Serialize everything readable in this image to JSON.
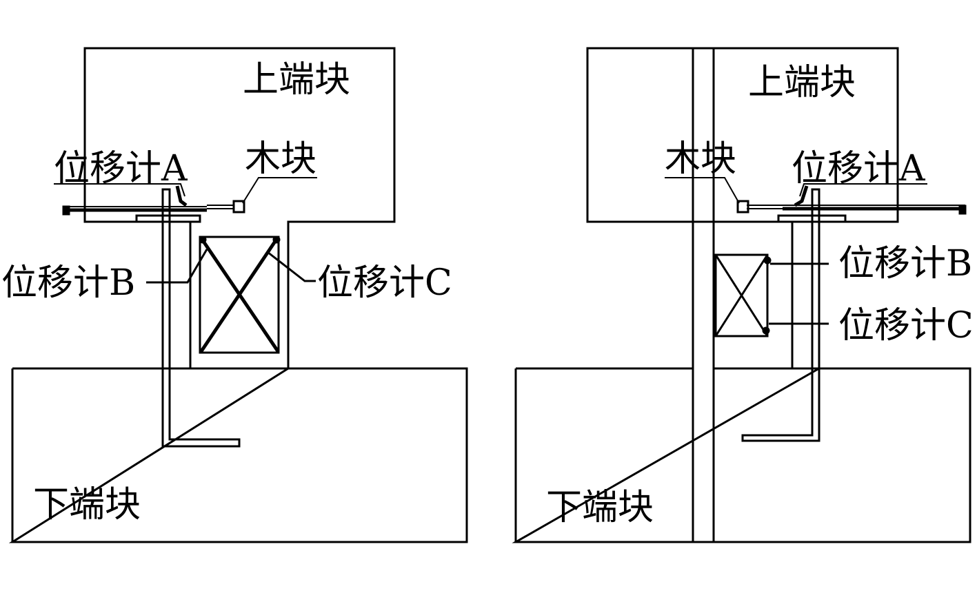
{
  "colors": {
    "line": "#000000",
    "background": "#ffffff"
  },
  "left_panel": {
    "upper_block": "上端块",
    "lower_block": "下端块",
    "wood_block": "木块",
    "gauge_a": "位移计A",
    "gauge_b": "位移计B",
    "gauge_c": "位移计C"
  },
  "right_panel": {
    "upper_block": "上端块",
    "lower_block": "下端块",
    "wood_block": "木块",
    "gauge_a": "位移计A",
    "gauge_b": "位移计B",
    "gauge_c": "位移计C"
  }
}
